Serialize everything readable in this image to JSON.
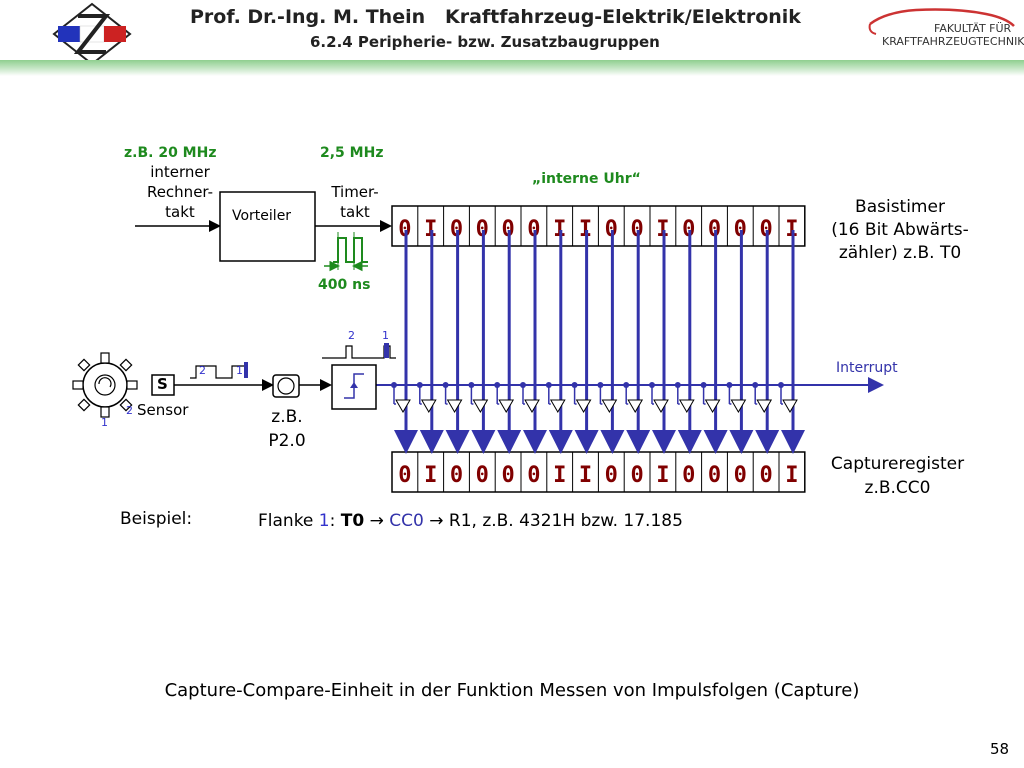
{
  "header": {
    "title": "Prof. Dr.-Ing. M. Thein   Kraftfahrzeug-Elektrik/Elektronik",
    "subtitle": "6.2.4 Peripherie- bzw. Zusatzbaugruppen",
    "right_logo_line1": "FAKULTÄT FÜR",
    "right_logo_line2": "KRAFTFAHRZEUGTECHNIK"
  },
  "diagram": {
    "freq_in": "z.B. 20 MHz",
    "clock_in_label": [
      "interner",
      "Rechner-",
      "takt"
    ],
    "prescaler": "Vorteiler",
    "freq_out": "2,5 MHz",
    "timer_clock_label": [
      "Timer-",
      "takt"
    ],
    "period": "400 ns",
    "internal_clock": "„interne Uhr“",
    "basetimer_label": [
      "Basistimer",
      "(16 Bit Abwärts-",
      "zähler) z.B. T0"
    ],
    "timer_bits": [
      "0",
      "I",
      "0",
      "0",
      "0",
      "0",
      "I",
      "I",
      "0",
      "0",
      "I",
      "0",
      "0",
      "0",
      "0",
      "I"
    ],
    "capture_bits": [
      "0",
      "I",
      "0",
      "0",
      "0",
      "0",
      "I",
      "I",
      "0",
      "0",
      "I",
      "0",
      "0",
      "0",
      "0",
      "I"
    ],
    "capture_label": [
      "Captureregister",
      "z.B.CC0"
    ],
    "interrupt": "Interrupt",
    "sensor_label": "Sensor",
    "sensor_box": "S",
    "port_label": [
      "z.B.",
      "P2.0"
    ],
    "edge_marks": [
      "2",
      "1"
    ],
    "example_label": "Beispiel:",
    "example_text": {
      "prefix": "Flanke ",
      "edge": "1",
      "sep": ": ",
      "timer": "T0",
      "arrow1": "  →  ",
      "reg": "CC0",
      "rest": "  →  R1, z.B. 4321H  bzw.  17.185"
    }
  },
  "caption": "Capture-Compare-Einheit in der Funktion Messen von Impulsfolgen (Capture)",
  "page_number": "58",
  "colors": {
    "accent_green": "#1e8a1e",
    "blue_wire": "#3333aa",
    "bit_color": "#800000",
    "edge_num_blue": "#3333cc"
  }
}
